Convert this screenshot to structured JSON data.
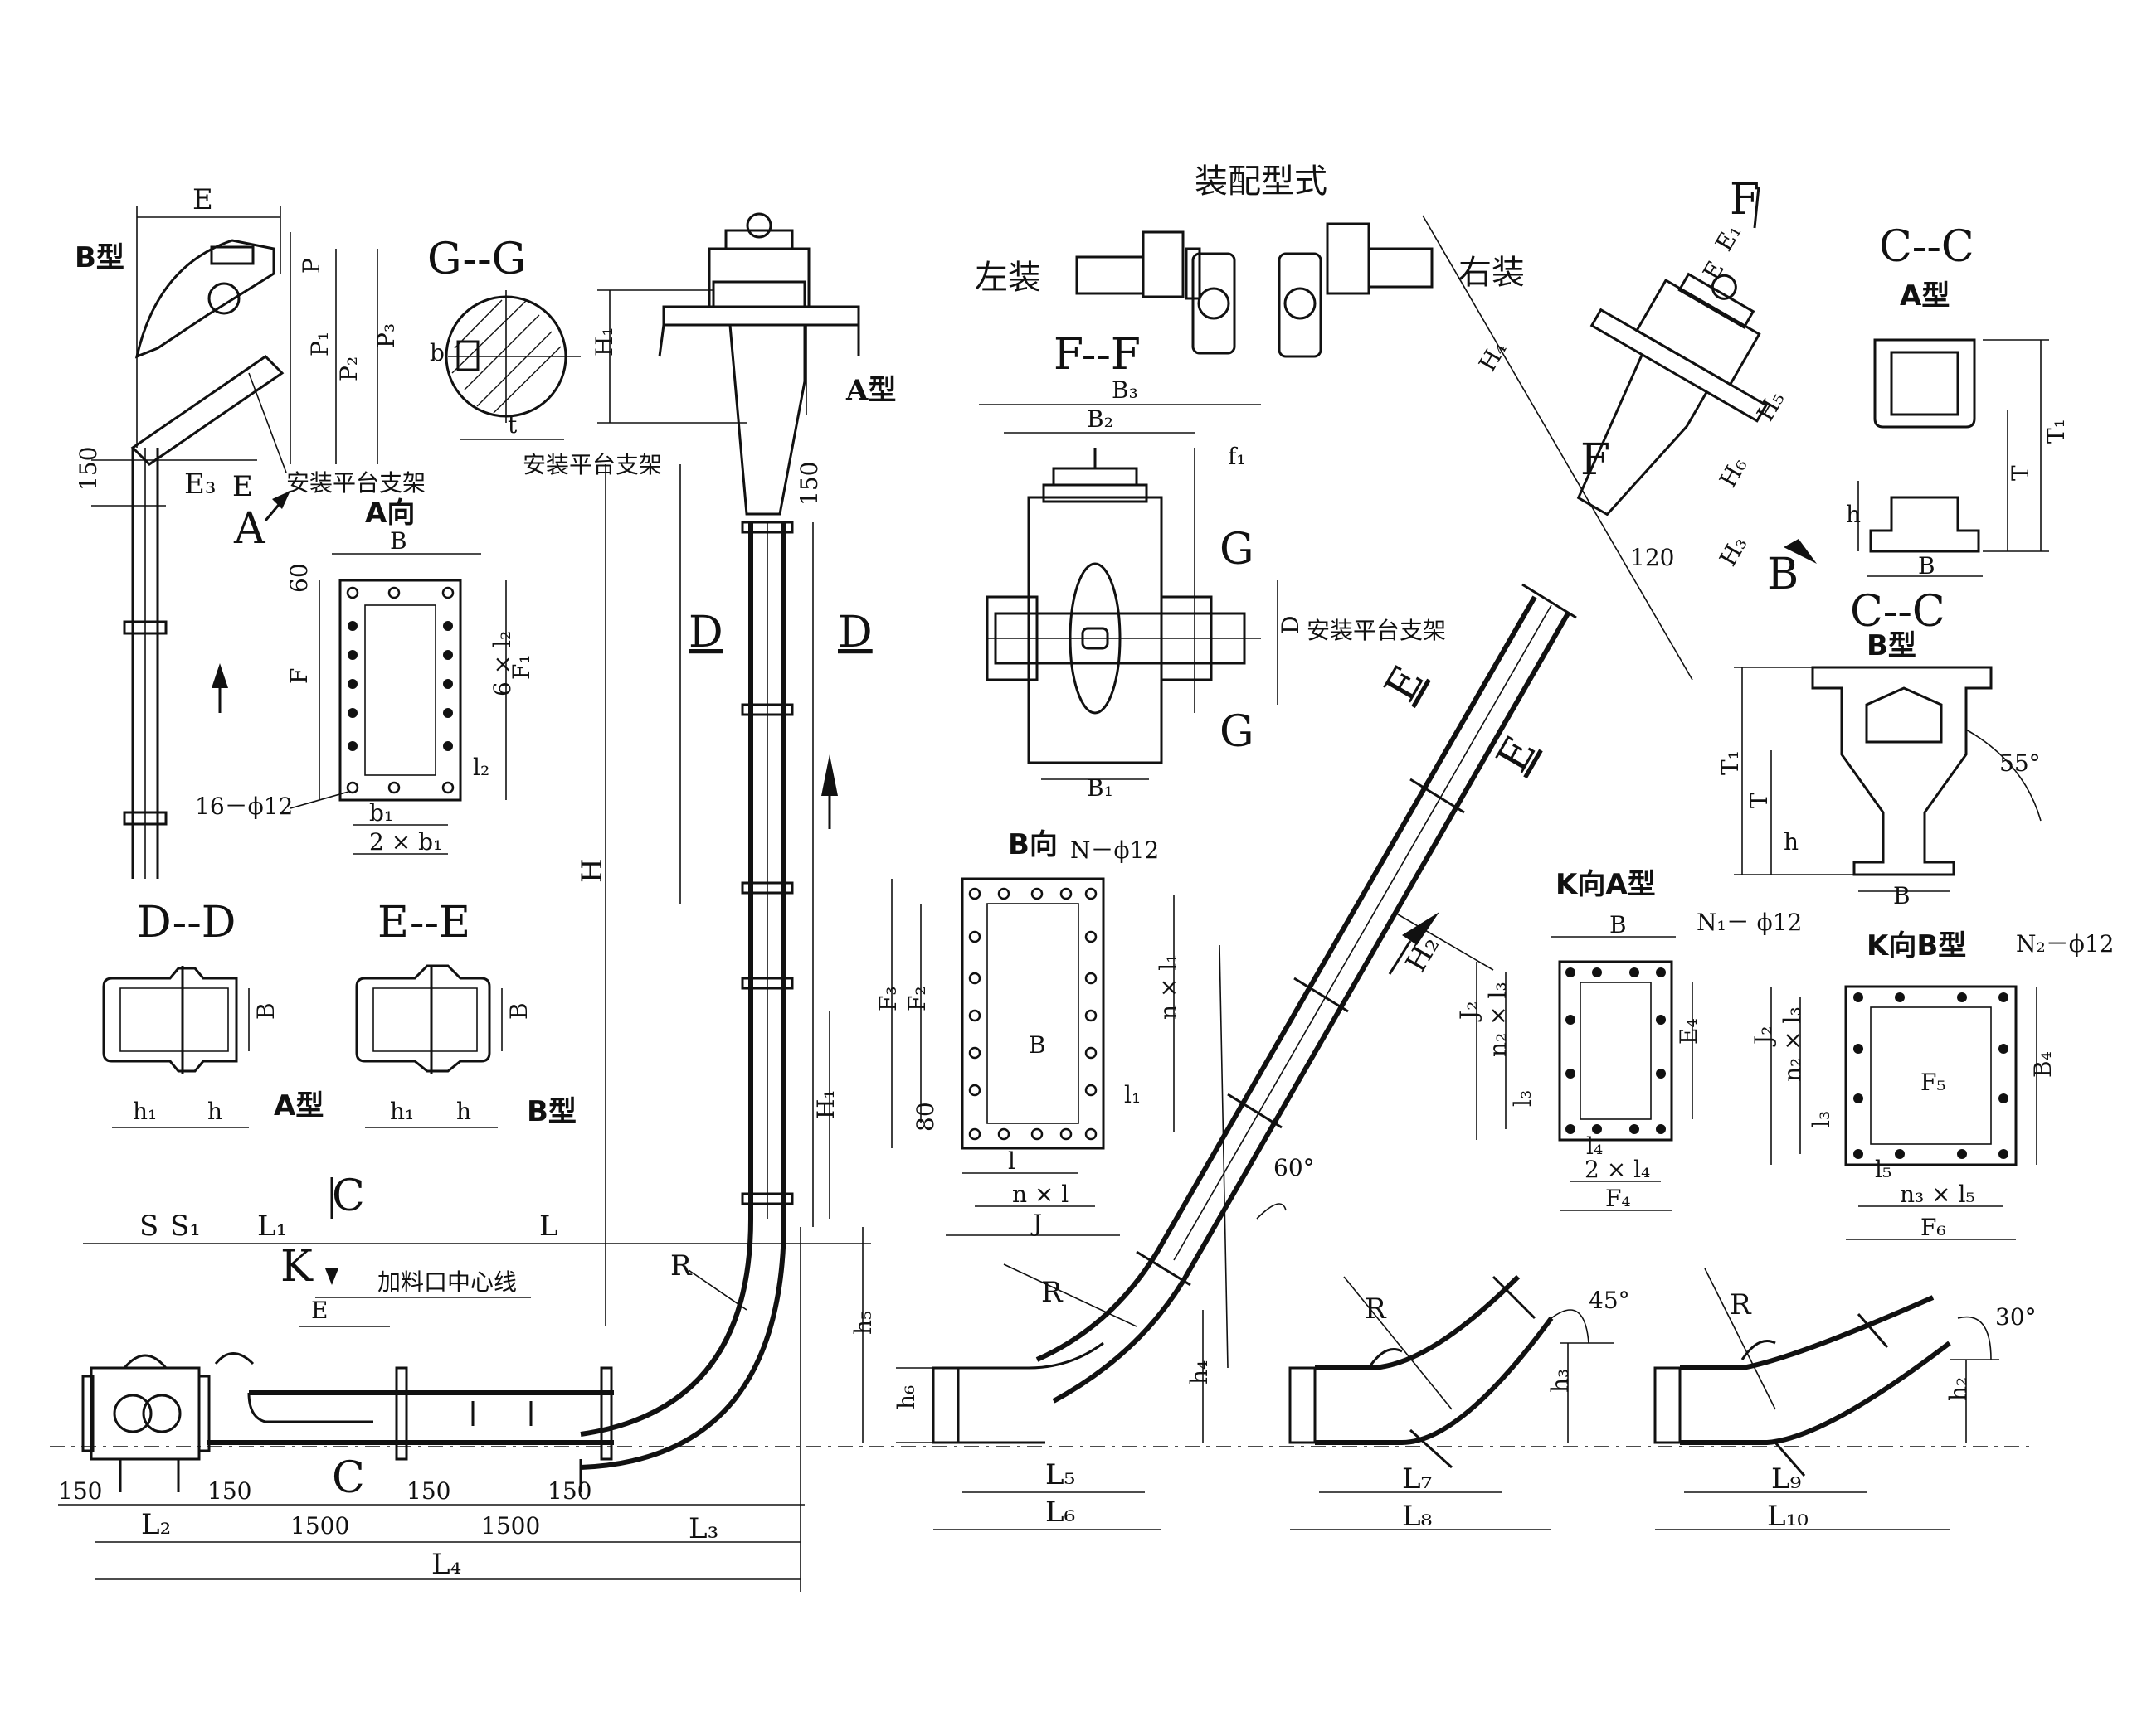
{
  "title": "装配型式",
  "assembly": {
    "left": "左装",
    "right": "右装"
  },
  "support_note": "安装平台支架",
  "feed_note": "加料口中心线",
  "types": {
    "a": "A型",
    "b": "B型"
  },
  "views": {
    "gg": "G--G",
    "ff": "F--F",
    "cc": "C--C",
    "dd": "D--D",
    "ee": "E--E",
    "a_view": "A向",
    "b_view": "B向",
    "k_a": "K向A型",
    "k_b": "K向B型"
  },
  "letters": {
    "A": "A",
    "B": "B",
    "C": "C",
    "D": "D",
    "E": "E",
    "F": "F",
    "G": "G",
    "K": "K",
    "R": "R"
  },
  "dims": {
    "E": "E",
    "E1": "E₁",
    "E3": "E₃",
    "P": "P",
    "P1": "P₁",
    "P2": "P₂",
    "P3": "P₃",
    "d150": "150",
    "d1500": "1500",
    "d60": "60",
    "d80": "80",
    "d120": "120",
    "B": "B",
    "B1": "B₁",
    "B2": "B₂",
    "B3": "B₃",
    "B4": "B₄",
    "F": "F",
    "F1": "F₁",
    "F2": "F₂",
    "F3": "F₃",
    "F4": "F₄",
    "F5": "F₅",
    "F6": "F₆",
    "six_l2": "6 × l₂",
    "l2": "l₂",
    "b1": "b₁",
    "two_b1": "2 × b₁",
    "holes16": "16－ϕ12",
    "holesN": "N－ϕ12",
    "holesN1": "N₁－ ϕ12",
    "holesN2": "N₂－ϕ12",
    "H": "H",
    "H1": "H₁",
    "H2": "H₂",
    "H3": "H₃",
    "H4": "H₄",
    "H5": "H₅",
    "H6": "H₆",
    "h": "h",
    "h1": "h₁",
    "h2": "h₂",
    "h3": "h₃",
    "h4": "h₄",
    "h5": "h₅",
    "h6": "h₆",
    "T": "T",
    "T1": "T₁",
    "t": "t",
    "b": "b",
    "D": "D",
    "f1": "f₁",
    "n_l": "n × l",
    "l": "l",
    "l1": "l₁",
    "n_l1": "n × l₁",
    "J": "J",
    "J2": "J₂",
    "n2_l3": "n₂ × l₃",
    "l3": "l₃",
    "l4": "l₄",
    "two_l4": "2 × l₄",
    "E4": "E₄",
    "l5": "l₅",
    "n3_l5": "n₃ × l₅",
    "S": "S",
    "S1": "S₁",
    "L": "L",
    "L1": "L₁",
    "L2": "L₂",
    "L3": "L₃",
    "L4": "L₄",
    "L5": "L₅",
    "L6": "L₆",
    "L7": "L₇",
    "L8": "L₈",
    "L9": "L₉",
    "L10": "L₁₀",
    "a60": "60°",
    "a55": "55°",
    "a45": "45°",
    "a30": "30°"
  }
}
